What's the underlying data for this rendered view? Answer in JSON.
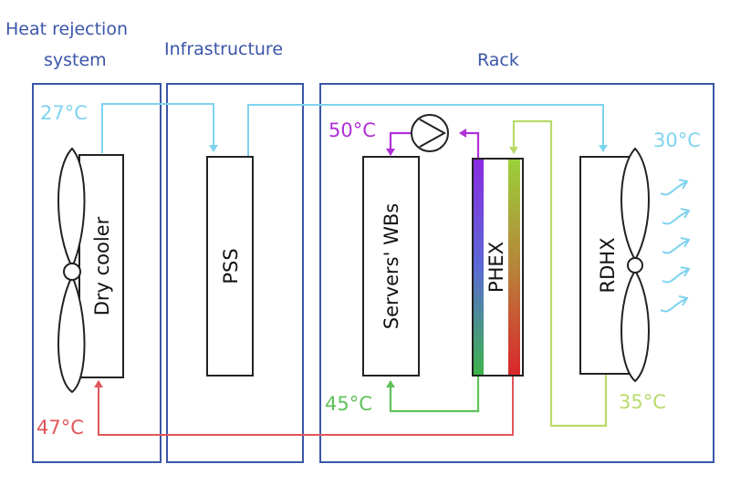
{
  "sections": {
    "heat_rejection_line1": "Heat rejection",
    "heat_rejection_line2": "system",
    "infrastructure": "Infrastructure",
    "rack": "Rack"
  },
  "components": {
    "dry_cooler": "Dry cooler",
    "pss": "PSS",
    "servers_wbs": "Servers' WBs",
    "phex": "PHEX",
    "rdhx": "RDHX"
  },
  "temperatures": {
    "dry_cooler_supply": "27°C",
    "dry_cooler_return": "47°C",
    "server_inlet": "50°C",
    "server_outlet": "45°C",
    "rdhx_inlet": "30°C",
    "rdhx_outlet": "35°C"
  },
  "colors": {
    "frame": "#3b56a8",
    "cold_loop": "#7fd3ee",
    "hot_loop": "#e0555a",
    "server_supply": "#b02fd8",
    "server_return": "#5fc25a",
    "rdhx_return": "#b8da6a",
    "outline": "#222222"
  }
}
